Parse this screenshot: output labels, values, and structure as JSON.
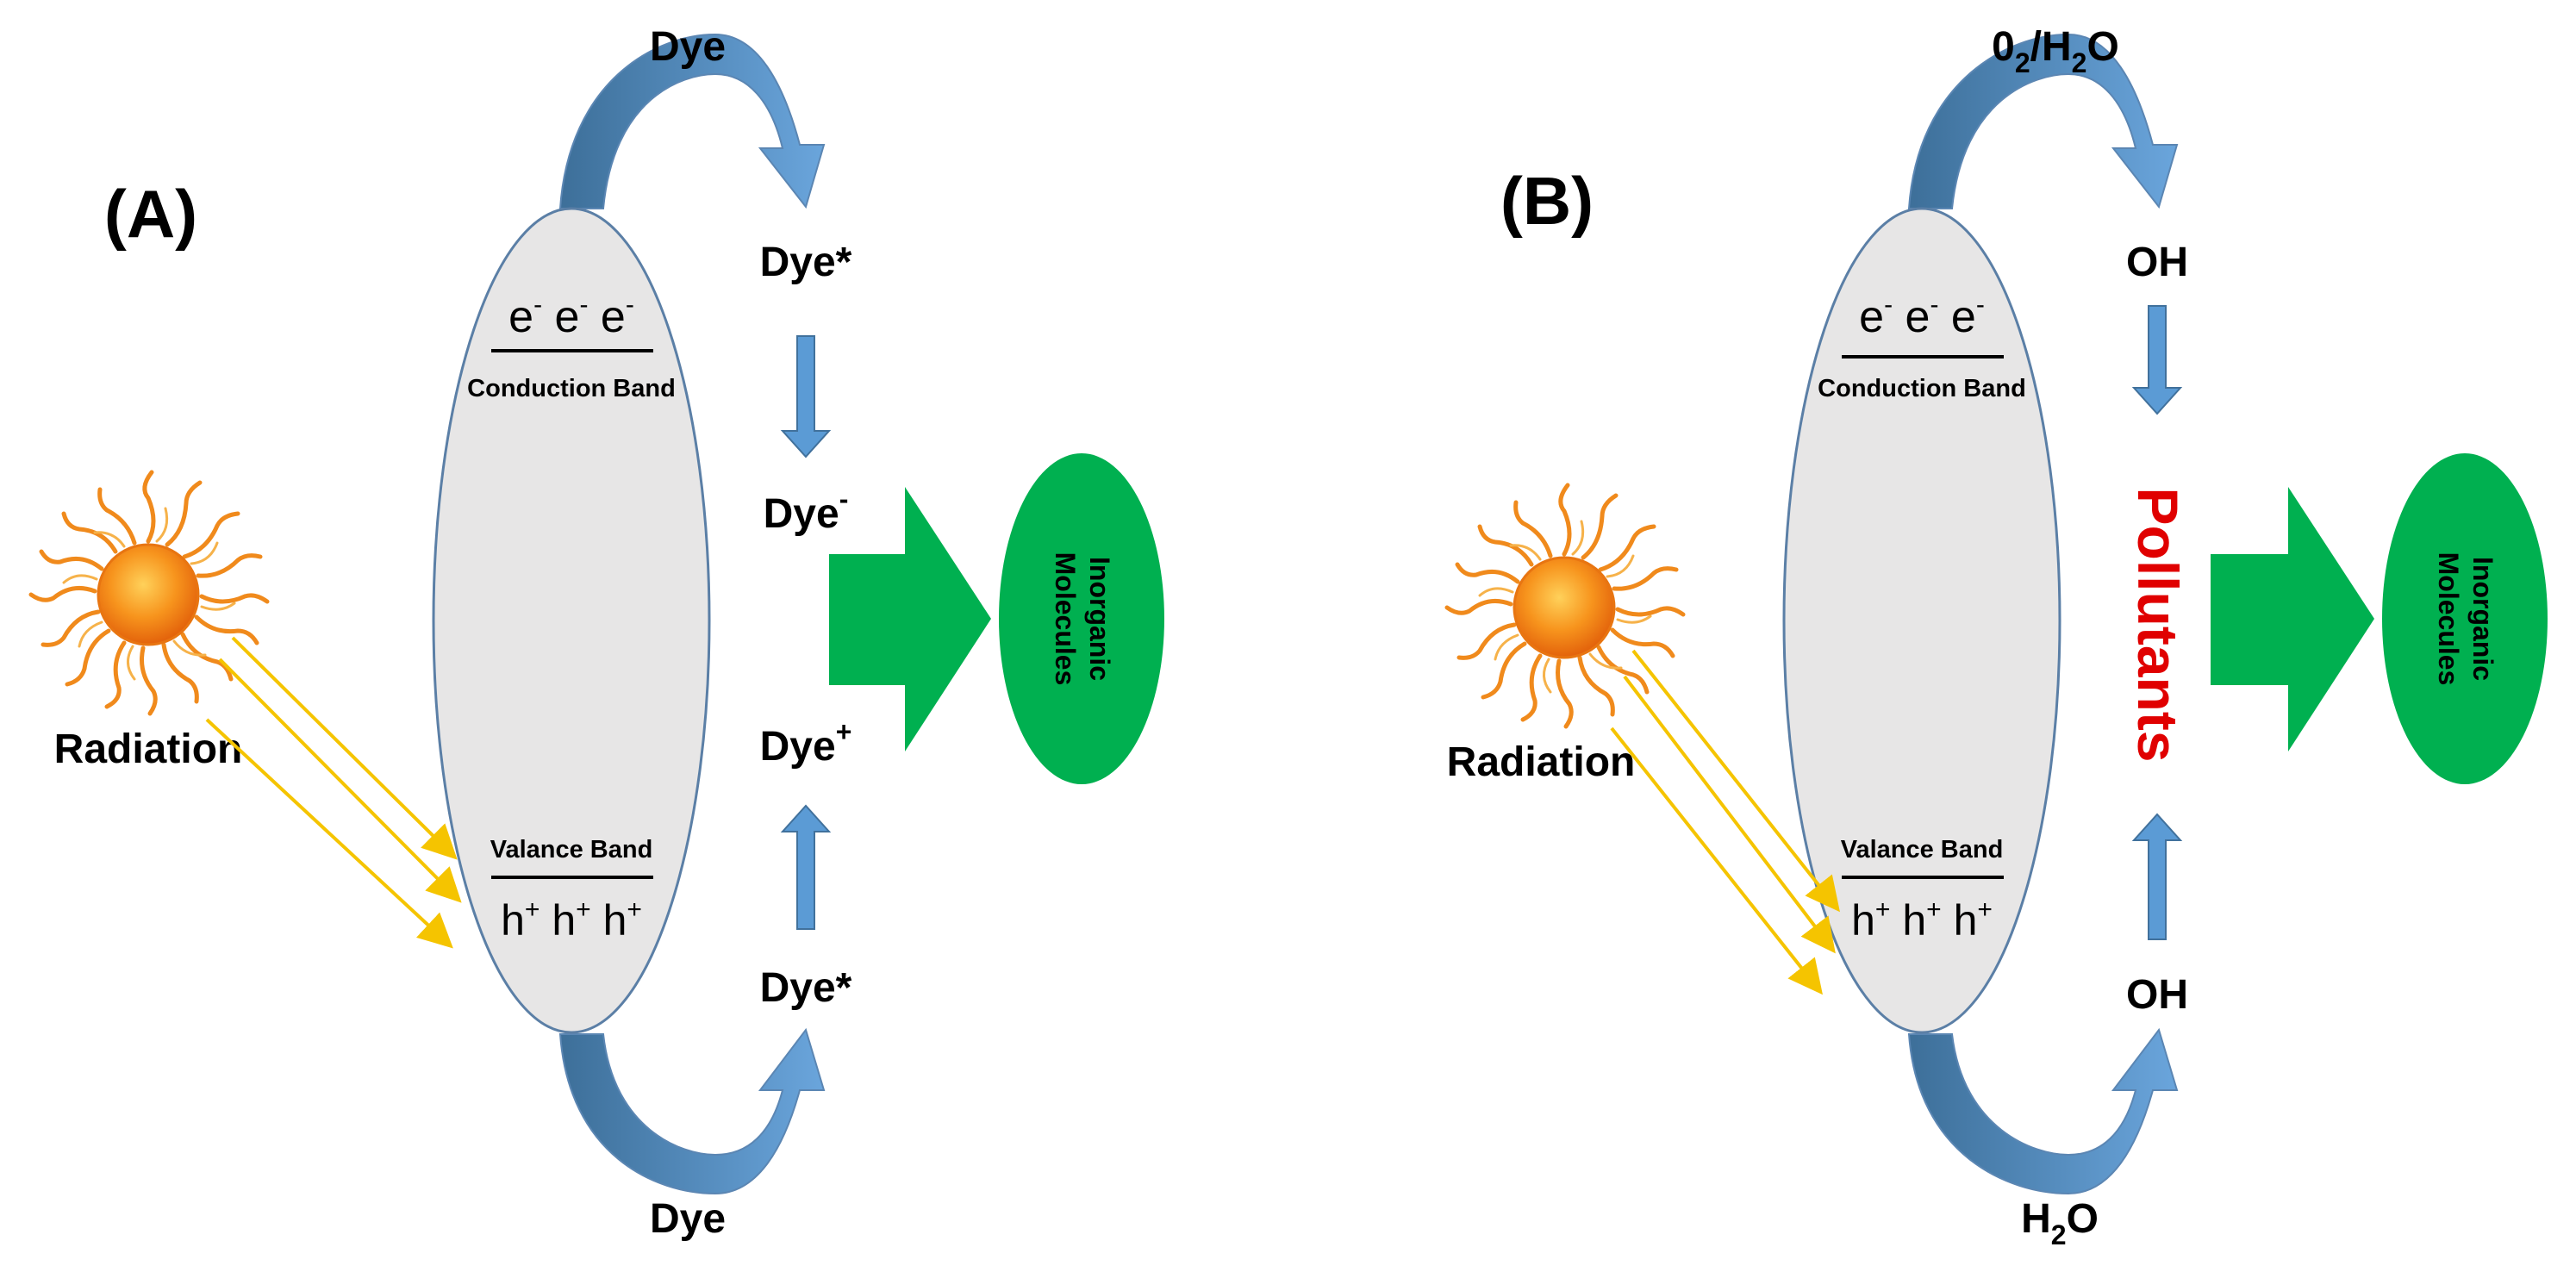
{
  "panels": [
    {
      "id": "A",
      "panel_label": "(A)",
      "top_reactant": "Dye",
      "top_product": "Dye*",
      "mid_upper": "Dye",
      "mid_upper_sup": "-",
      "mid_lower": "Dye",
      "mid_lower_sup": "+",
      "bottom_product": "Dye*",
      "bottom_reactant": "Dye",
      "electrons": "e e e",
      "conduction_band": "Conduction Band",
      "valence_band": "Valance Band",
      "holes": "h+ h+ h+",
      "radiation": "Radiation",
      "result_line1": "Inorganic",
      "result_line2": "Molecules"
    },
    {
      "id": "B",
      "panel_label": "(B)",
      "top_reactant": "02/H2O",
      "top_product": "OH",
      "center_label": "Pollutants",
      "bottom_product": "OH",
      "bottom_reactant": "H2O",
      "electrons": "e e e",
      "conduction_band": "Conduction Band",
      "valence_band": "Valance Band",
      "holes": "h+ h+ h+",
      "radiation": "Radiation",
      "result_line1": "Inorganic",
      "result_line2": "Molecules"
    }
  ],
  "colors": {
    "ellipse_fill": "#e7e6e6",
    "ellipse_stroke": "#5b7fa6",
    "blue_arrow": "#5b9bd5",
    "blue_arrow_dark": "#3d6f99",
    "green_arrow": "#00b050",
    "green_ellipse": "#00b050",
    "pollutants": "#e00000",
    "radiation_rays": "#f5c400",
    "sun_core": "#f7941d",
    "sun_rays": "#f08a1c"
  },
  "icons": [
    "sun-icon",
    "curved-arrow-icon",
    "straight-arrow-icon",
    "block-arrow-icon"
  ]
}
